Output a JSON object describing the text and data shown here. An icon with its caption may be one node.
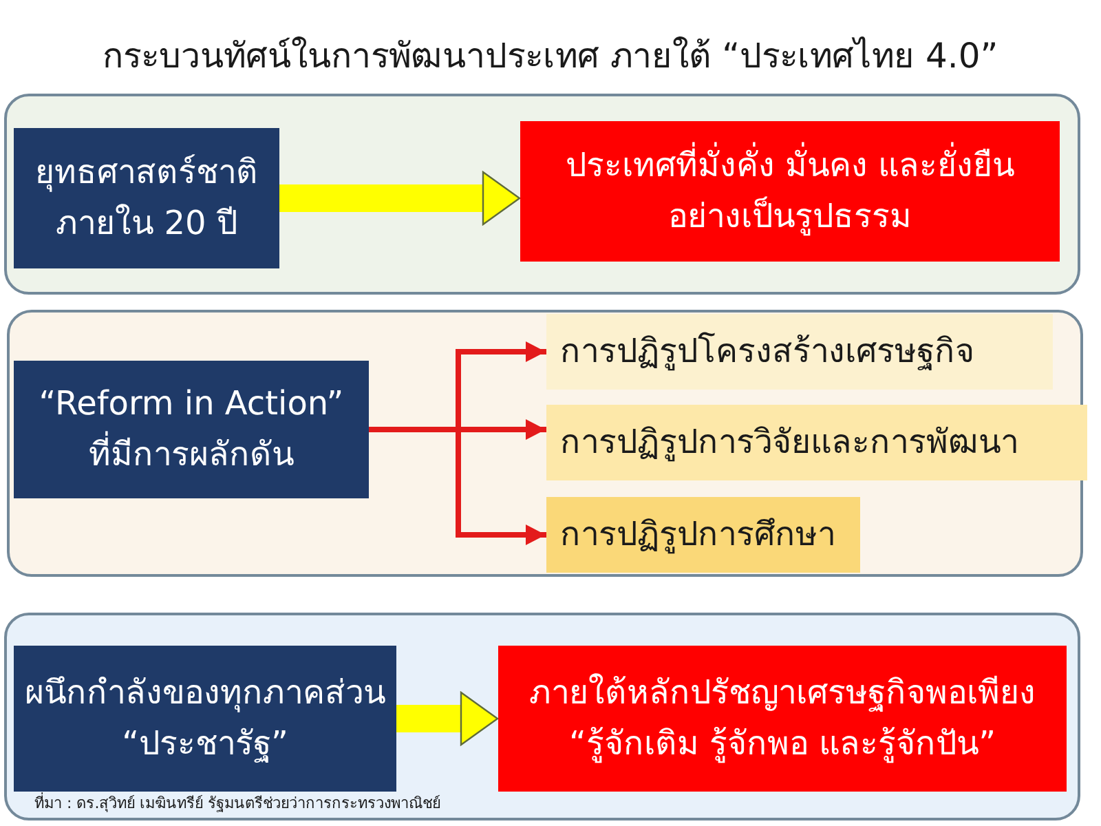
{
  "diagram": {
    "title": "กระบวนทัศน์ในการพัฒนาประเทศ ภายใต้ “ประเทศไทย 4.0”",
    "nodes": [
      {
        "text": [],
        "shape": "box"
      },
      {
        "text": [
          "ยุทธศาสตร์ชาติ ภายใน 20 ปี"
        ],
        "in": 0
      },
      {
        "text": [
          "ประเทศที่มั่งคั่ง มั่นคง และยั่งยืน อย่างเป็นรูปธรรม"
        ],
        "in": 0
      },
      {
        "text": [],
        "shape": "box"
      },
      {
        "text": [
          "“Reform in Action” ที่มีการผลักดัน"
        ],
        "in": 3
      },
      {
        "text": [
          "การปฏิรูปโครงสร้างเศรษฐกิจ"
        ],
        "in": 3
      },
      {
        "text": [
          "การปฏิรูปการวิจัยและการพัฒนา"
        ],
        "in": 3
      },
      {
        "text": [
          "การปฏิรูปการศึกษา"
        ],
        "in": 3
      },
      {
        "text": [],
        "shape": "box"
      },
      {
        "text": [
          "ผนึกกำลังของทุกภาคส่วน “ประชารัฐ”"
        ],
        "in": 8
      },
      {
        "text": [
          "ภายใต้หลักปรัชญาเศรษฐกิจพอเพียง “รู้จักเติม รู้จักพอ และรู้จักปัน”"
        ],
        "in": 8
      }
    ],
    "edges": [
      {
        "from": 1,
        "to": 2,
        "arrow": "to",
        "style": "thick",
        "color": "#ffff00"
      },
      {
        "from": 4,
        "to": 5,
        "arrow": "to"
      },
      {
        "from": 4,
        "to": 6,
        "arrow": "to"
      },
      {
        "from": 4,
        "to": 7,
        "arrow": "to"
      },
      {
        "from": 9,
        "to": 10,
        "arrow": "to",
        "style": "thick",
        "color": "#ffff00"
      }
    ],
    "labels": [
      "ที่มา : ดร.สุวิทย์ เมฆินทรีย์ รัฐมนตรีช่วยว่าการกระทรวงพาณิชย์"
    ]
  }
}
